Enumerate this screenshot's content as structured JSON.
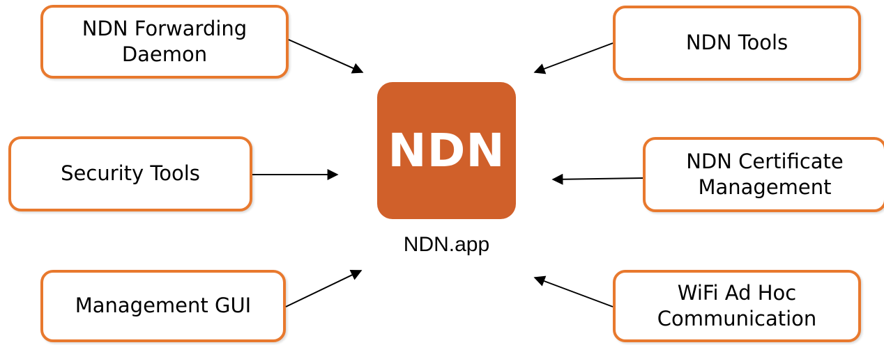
{
  "app": {
    "icon_text": "NDN",
    "name": "NDN.app",
    "icon_color": "#d0602a"
  },
  "components": {
    "forwarding_daemon": "NDN Forwarding\nDaemon",
    "ndn_tools": "NDN Tools",
    "security_tools": "Security Tools",
    "certificate_management": "NDN Certificate\nManagement",
    "management_gui": "Management GUI",
    "wifi_adhoc": "WiFi Ad Hoc\nCommunication"
  },
  "colors": {
    "box_border": "#e8792e",
    "arrow": "#000000"
  }
}
